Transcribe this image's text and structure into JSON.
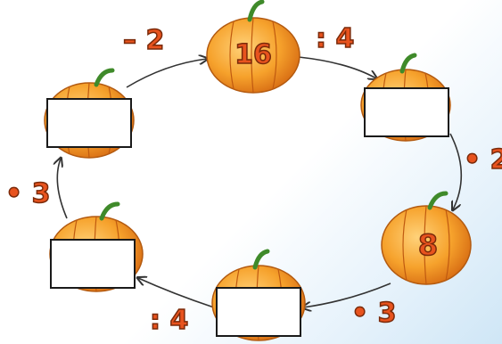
{
  "cycle": {
    "pumpkins": [
      {
        "id": "top",
        "value": "16",
        "blank": false
      },
      {
        "id": "upper-right",
        "value": "",
        "blank": true
      },
      {
        "id": "lower-right",
        "value": "8",
        "blank": false
      },
      {
        "id": "bottom",
        "value": "",
        "blank": true
      },
      {
        "id": "lower-left",
        "value": "",
        "blank": true
      },
      {
        "id": "upper-left",
        "value": "",
        "blank": true
      }
    ],
    "operations": [
      {
        "id": "top-right",
        "label": ": 4"
      },
      {
        "id": "right",
        "label": "• 2"
      },
      {
        "id": "bottom-right",
        "label": "• 3"
      },
      {
        "id": "bottom-left",
        "label": ": 4"
      },
      {
        "id": "left",
        "label": "• 3"
      },
      {
        "id": "top-left",
        "label": "– 2"
      }
    ]
  },
  "colors": {
    "pumpkin_light": "#f9b23a",
    "pumpkin_dark": "#d86a12",
    "stem": "#3f8a2a",
    "number": "#e8531e",
    "number_outline": "#7a2a0a",
    "arrow": "#333333"
  }
}
